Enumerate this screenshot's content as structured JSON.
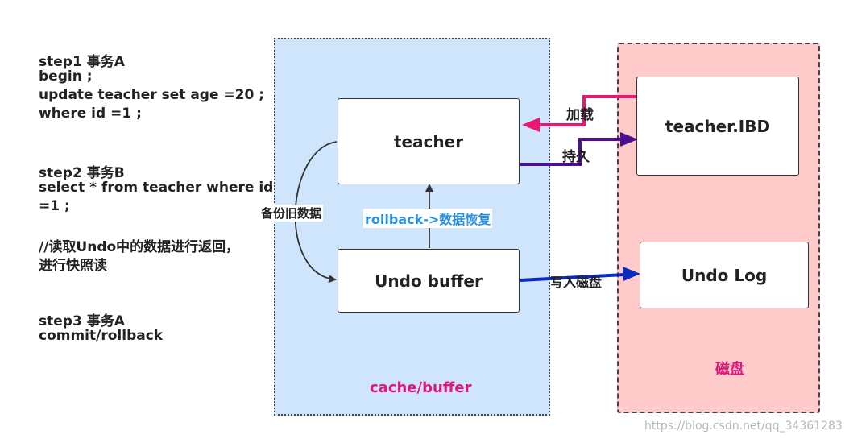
{
  "steps": {
    "lines": [
      "step1  事务A",
      "begin ;",
      "update teacher set age =20 ;",
      "where id =1 ;",
      "step2  事务B",
      "select * from teacher where id",
      "=1 ;",
      "//读取Undo中的数据进行返回，",
      "进行快照读",
      "step3 事务A",
      "commit/rollback"
    ]
  },
  "regions": {
    "cache_label": "cache/buffer",
    "disk_label": "磁盘"
  },
  "boxes": {
    "teacher": "teacher",
    "undo_buffer": "Undo buffer",
    "teacher_ibd": "teacher.IBD",
    "undo_log": "Undo Log"
  },
  "edges": {
    "load": "加载",
    "persist": "持久",
    "backup": "备份旧数据",
    "rollback": "rollback->数据恢复",
    "write_disk": "写入磁盘"
  },
  "watermark": "https://blog.csdn.net/qq_34361283",
  "colors": {
    "load_arrow": "#e8176f",
    "persist_arrow": "#4b0f8f",
    "write_arrow": "#0a2bbd",
    "rollback_text": "#2a90e0",
    "cache_label": "#e0167a",
    "disk_label": "#e0167a"
  }
}
